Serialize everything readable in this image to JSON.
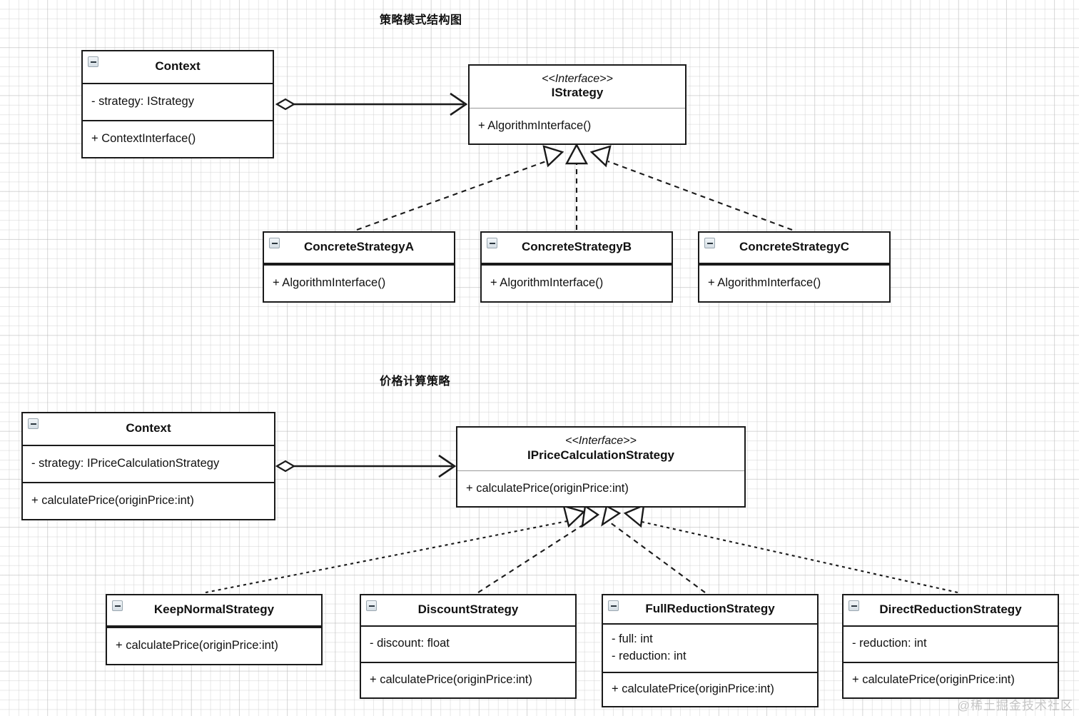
{
  "diagram": {
    "type": "uml-class-diagram",
    "background": "#ffffff",
    "grid_color": "#cdcdcd",
    "line_color": "#1a1a1a",
    "sections": [
      {
        "id": "strategy-pattern-structure",
        "title": "策略模式结构图"
      },
      {
        "id": "price-calculation-strategy",
        "title": "价格计算策略"
      }
    ]
  },
  "top": {
    "title": "策略模式结构图",
    "context": {
      "name": "Context",
      "attributes": [
        "- strategy: IStrategy"
      ],
      "operations": [
        "+ ContextInterface()"
      ],
      "collapse_icon": "minus-box-icon"
    },
    "interface": {
      "stereotype": "<<Interface>>",
      "name": "IStrategy",
      "operations": [
        "+ AlgorithmInterface()"
      ]
    },
    "concrete": [
      {
        "name": "ConcreteStrategyA",
        "operations": [
          "+ AlgorithmInterface()"
        ],
        "collapse_icon": "minus-box-icon"
      },
      {
        "name": "ConcreteStrategyB",
        "operations": [
          "+ AlgorithmInterface()"
        ],
        "collapse_icon": "minus-box-icon"
      },
      {
        "name": "ConcreteStrategyC",
        "operations": [
          "+ AlgorithmInterface()"
        ],
        "collapse_icon": "minus-box-icon"
      }
    ],
    "relations": [
      {
        "from": "Context",
        "to": "IStrategy",
        "type": "aggregation-association",
        "source_decoration": "hollow-diamond",
        "target_decoration": "open-arrow"
      },
      {
        "from": "ConcreteStrategyA",
        "to": "IStrategy",
        "type": "realization",
        "style": "dashed",
        "target_decoration": "hollow-triangle"
      },
      {
        "from": "ConcreteStrategyB",
        "to": "IStrategy",
        "type": "realization",
        "style": "dashed",
        "target_decoration": "hollow-triangle"
      },
      {
        "from": "ConcreteStrategyC",
        "to": "IStrategy",
        "type": "realization",
        "style": "dashed",
        "target_decoration": "hollow-triangle"
      }
    ]
  },
  "bottom": {
    "title": "价格计算策略",
    "context": {
      "name": "Context",
      "attributes": [
        "- strategy: IPriceCalculationStrategy"
      ],
      "operations": [
        "+ calculatePrice(originPrice:int)"
      ],
      "collapse_icon": "minus-box-icon"
    },
    "interface": {
      "stereotype": "<<Interface>>",
      "name": "IPriceCalculationStrategy",
      "operations": [
        "+ calculatePrice(originPrice:int)"
      ]
    },
    "concrete": [
      {
        "name": "KeepNormalStrategy",
        "attributes": [],
        "operations": [
          "+ calculatePrice(originPrice:int)"
        ],
        "collapse_icon": "minus-box-icon"
      },
      {
        "name": "DiscountStrategy",
        "attributes": [
          "- discount: float"
        ],
        "operations": [
          "+ calculatePrice(originPrice:int)"
        ],
        "collapse_icon": "minus-box-icon"
      },
      {
        "name": "FullReductionStrategy",
        "attributes": [
          "- full: int",
          "- reduction: int"
        ],
        "operations": [
          "+ calculatePrice(originPrice:int)"
        ],
        "collapse_icon": "minus-box-icon"
      },
      {
        "name": "DirectReductionStrategy",
        "attributes": [
          "- reduction: int"
        ],
        "operations": [
          "+ calculatePrice(originPrice:int)"
        ],
        "collapse_icon": "minus-box-icon"
      }
    ],
    "relations": [
      {
        "from": "Context",
        "to": "IPriceCalculationStrategy",
        "type": "aggregation-association",
        "source_decoration": "hollow-diamond",
        "target_decoration": "open-arrow"
      },
      {
        "from": "KeepNormalStrategy",
        "to": "IPriceCalculationStrategy",
        "type": "realization",
        "style": "dashed",
        "target_decoration": "hollow-triangle"
      },
      {
        "from": "DiscountStrategy",
        "to": "IPriceCalculationStrategy",
        "type": "realization",
        "style": "dashed",
        "target_decoration": "hollow-triangle"
      },
      {
        "from": "FullReductionStrategy",
        "to": "IPriceCalculationStrategy",
        "type": "realization",
        "style": "dashed",
        "target_decoration": "hollow-triangle"
      },
      {
        "from": "DirectReductionStrategy",
        "to": "IPriceCalculationStrategy",
        "type": "realization",
        "style": "dashed",
        "target_decoration": "hollow-triangle"
      }
    ]
  },
  "watermark": {
    "text": "@稀土掘金技术社区"
  }
}
